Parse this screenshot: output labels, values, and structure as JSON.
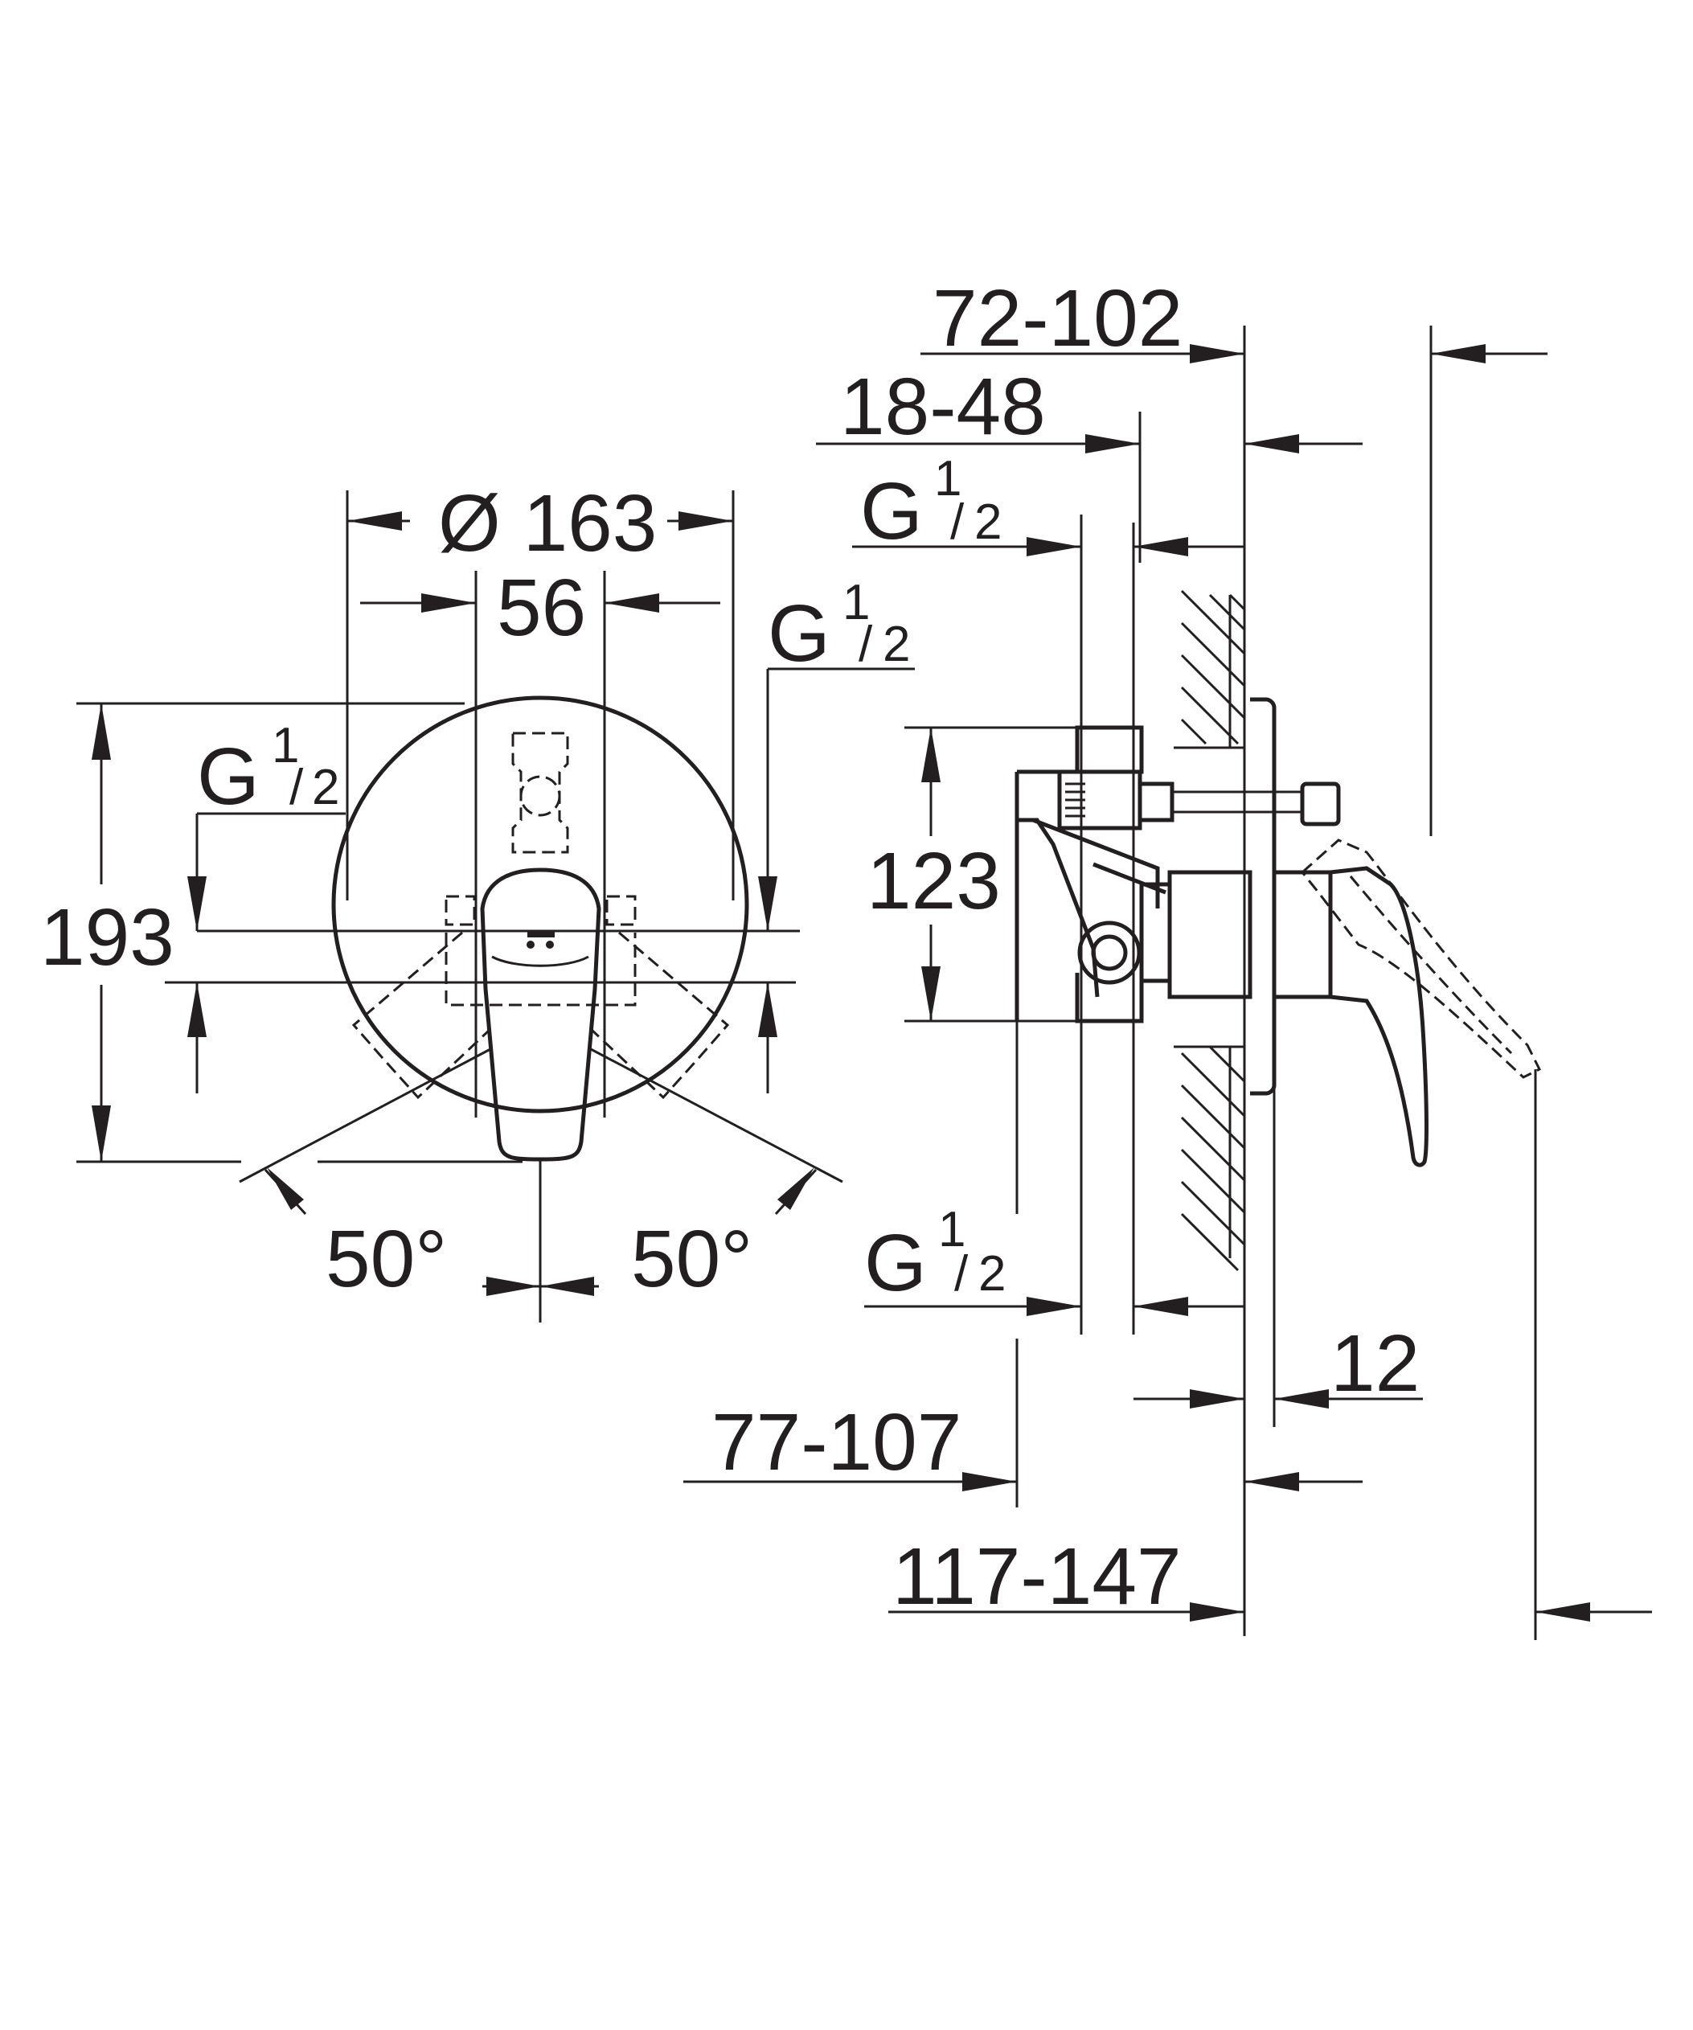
{
  "colors": {
    "line": "#231f20",
    "background": "#ffffff"
  },
  "front_view": {
    "diameter": "Ø 163",
    "center_width": "56",
    "height": "193",
    "thread_right_main": "G",
    "thread_right_num": "1",
    "thread_right_den": "2",
    "thread_left_main": "G",
    "thread_left_num": "1",
    "thread_left_den": "2",
    "angle_left": "50°",
    "angle_right": "50°"
  },
  "side_view": {
    "dim_top_total": "72-102",
    "dim_top_mid": "18-48",
    "thread_top_main": "G",
    "thread_top_num": "1",
    "thread_top_den": "2",
    "body_height": "123",
    "thread_bottom_main": "G",
    "thread_bottom_num": "1",
    "thread_bottom_den": "2",
    "plate_thickness": "12",
    "dim_bottom_mid": "77-107",
    "dim_bottom_total": "117-147"
  }
}
